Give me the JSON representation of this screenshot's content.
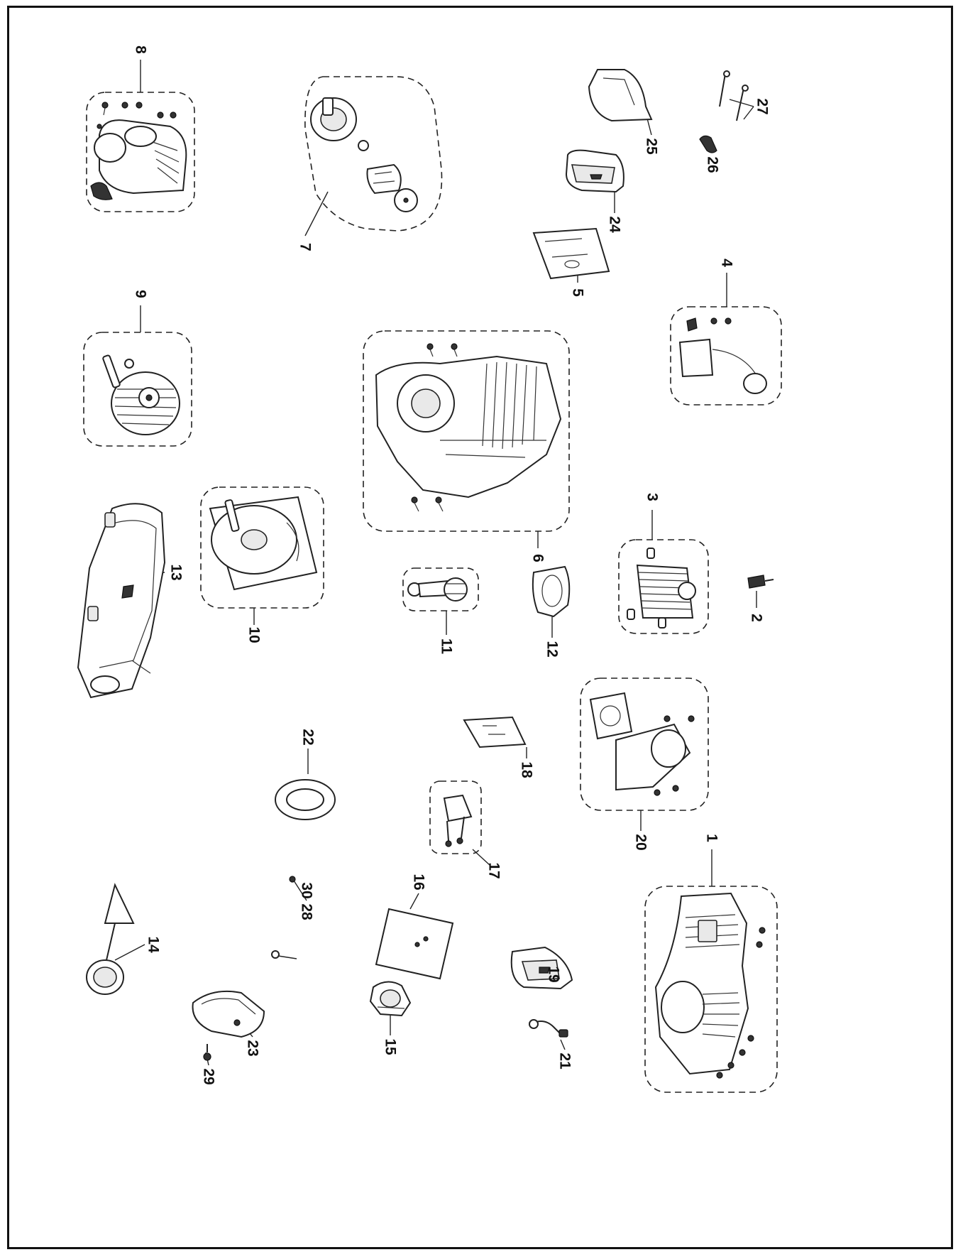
{
  "parts": [
    {
      "id": "1",
      "label": "1"
    },
    {
      "id": "2",
      "label": "2"
    },
    {
      "id": "3",
      "label": "3"
    },
    {
      "id": "4",
      "label": "4"
    },
    {
      "id": "5",
      "label": "5"
    },
    {
      "id": "6",
      "label": "6"
    },
    {
      "id": "7",
      "label": "7"
    },
    {
      "id": "8",
      "label": "8"
    },
    {
      "id": "9",
      "label": "9"
    },
    {
      "id": "10",
      "label": "10"
    },
    {
      "id": "11",
      "label": "11"
    },
    {
      "id": "12",
      "label": "12"
    },
    {
      "id": "13",
      "label": "13"
    },
    {
      "id": "14",
      "label": "14"
    },
    {
      "id": "15",
      "label": "15"
    },
    {
      "id": "16",
      "label": "16"
    },
    {
      "id": "17",
      "label": "17"
    },
    {
      "id": "18",
      "label": "18"
    },
    {
      "id": "19",
      "label": "19"
    },
    {
      "id": "20",
      "label": "20"
    },
    {
      "id": "21",
      "label": "21"
    },
    {
      "id": "22",
      "label": "22"
    },
    {
      "id": "23",
      "label": "23"
    },
    {
      "id": "24",
      "label": "24"
    },
    {
      "id": "25",
      "label": "25"
    },
    {
      "id": "26",
      "label": "26"
    },
    {
      "id": "27",
      "label": "27"
    },
    {
      "id": "28",
      "label": "28"
    },
    {
      "id": "29",
      "label": "29"
    },
    {
      "id": "30",
      "label": "30"
    }
  ]
}
